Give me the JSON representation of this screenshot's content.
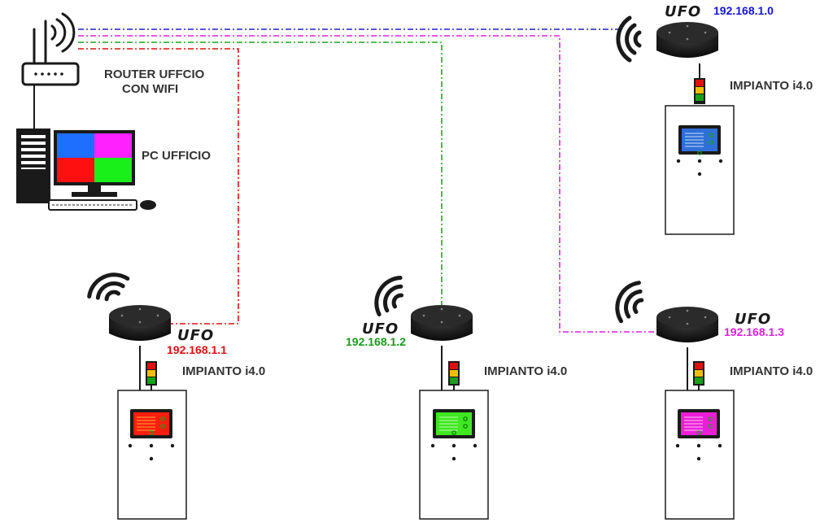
{
  "router": {
    "label_line1": "ROUTER UFFCIO",
    "label_line2": "CON WIFI"
  },
  "pc": {
    "label": "PC UFFICIO",
    "screen_colors": [
      "#1f6fff",
      "#ff22ff",
      "#ff1010",
      "#19f019"
    ]
  },
  "ufo_logo": "UFO",
  "nodes": [
    {
      "ip": "192.168.1.0",
      "ip_color": "#1515d6",
      "screen_color": "#2f6fd8",
      "line_color": "#2020c8",
      "plant_label": "IMPIANTO i4.0"
    },
    {
      "ip": "192.168.1.1",
      "ip_color": "#e01010",
      "screen_color": "#ff1e0e",
      "line_color": "#e01010",
      "plant_label": "IMPIANTO i4.0"
    },
    {
      "ip": "192.168.1.2",
      "ip_color": "#1a9a1a",
      "screen_color": "#3fe820",
      "line_color": "#1aaa1a",
      "plant_label": "IMPIANTO i4.0"
    },
    {
      "ip": "192.168.1.3",
      "ip_color": "#e020e0",
      "screen_color": "#ee1ed8",
      "line_color": "#e020e0",
      "plant_label": "IMPIANTO i4.0"
    }
  ]
}
